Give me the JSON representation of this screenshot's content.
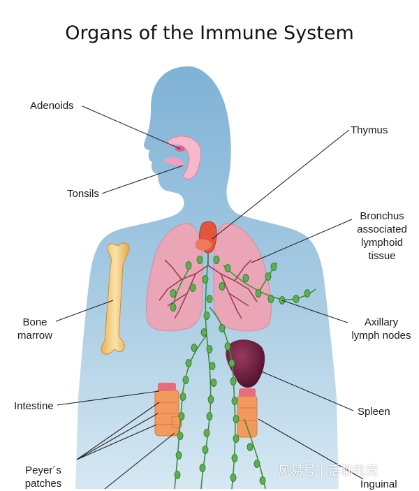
{
  "title": "Organs of the Immune System",
  "labels": {
    "adenoids": "Adenoids",
    "tonsils": "Tonsils",
    "thymus": "Thymus",
    "balt": [
      "Bronchus",
      "associated",
      "lymphoid",
      "tissue"
    ],
    "bone_marrow": [
      "Bone",
      "marrow"
    ],
    "axillary": [
      "Axillary",
      "lymph nodes"
    ],
    "intestine": "Intestine",
    "spleen": "Spleen",
    "peyers": [
      "Peyer´s",
      "patches"
    ],
    "inguinal": "Inguinal"
  },
  "watermark": "风易号 | 活聊电竞",
  "colors": {
    "body": "#a9cce3",
    "lung": "#eaa6b6",
    "lung_vessel": "#9b3f5b",
    "thymus": "#e2543c",
    "bone": "#f2c97a",
    "spleen": "#6d1f3c",
    "intestine": "#f29a5e",
    "lymph": "#3f8c3a",
    "node": "#5bb04c",
    "throat": "#f7b8cc"
  }
}
